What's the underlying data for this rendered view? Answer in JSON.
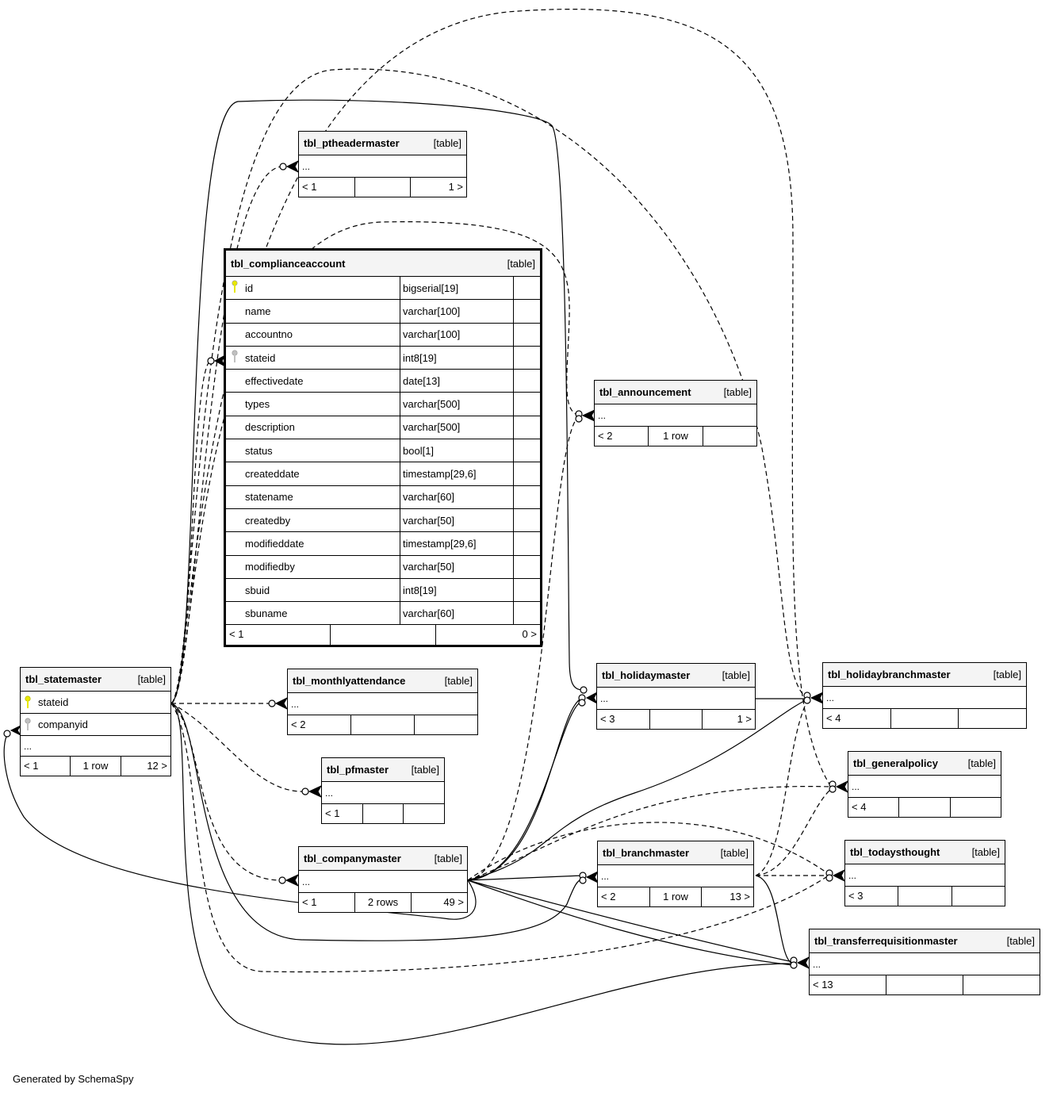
{
  "footer": "Generated by SchemaSpy",
  "colors": {
    "primary_key": "#e8e800",
    "foreign_key": "#c0c0c0",
    "header_bg": "#f4f4f4"
  },
  "tables": {
    "ptheadermaster": {
      "name": "tbl_ptheadermaster",
      "tag": "[table]",
      "ellipsis": "...",
      "parents": "< 1",
      "rows": "",
      "children": "1 >"
    },
    "complianceaccount": {
      "name": "tbl_complianceaccount",
      "tag": "[table]",
      "columns": [
        {
          "name": "id",
          "type": "bigserial[19]",
          "key": "primary"
        },
        {
          "name": "name",
          "type": "varchar[100]",
          "key": ""
        },
        {
          "name": "accountno",
          "type": "varchar[100]",
          "key": ""
        },
        {
          "name": "stateid",
          "type": "int8[19]",
          "key": "foreign"
        },
        {
          "name": "effectivedate",
          "type": "date[13]",
          "key": ""
        },
        {
          "name": "types",
          "type": "varchar[500]",
          "key": ""
        },
        {
          "name": "description",
          "type": "varchar[500]",
          "key": ""
        },
        {
          "name": "status",
          "type": "bool[1]",
          "key": ""
        },
        {
          "name": "createddate",
          "type": "timestamp[29,6]",
          "key": ""
        },
        {
          "name": "statename",
          "type": "varchar[60]",
          "key": ""
        },
        {
          "name": "createdby",
          "type": "varchar[50]",
          "key": ""
        },
        {
          "name": "modifieddate",
          "type": "timestamp[29,6]",
          "key": ""
        },
        {
          "name": "modifiedby",
          "type": "varchar[50]",
          "key": ""
        },
        {
          "name": "sbuid",
          "type": "int8[19]",
          "key": ""
        },
        {
          "name": "sbuname",
          "type": "varchar[60]",
          "key": ""
        }
      ],
      "parents": "< 1",
      "rows": "",
      "children": "0 >"
    },
    "announcement": {
      "name": "tbl_announcement",
      "tag": "[table]",
      "ellipsis": "...",
      "parents": "< 2",
      "rows": "1 row",
      "children": ""
    },
    "statemaster": {
      "name": "tbl_statemaster",
      "tag": "[table]",
      "pk": "stateid",
      "fk": "companyid",
      "ellipsis": "...",
      "parents": "< 1",
      "rows": "1 row",
      "children": "12 >"
    },
    "monthlyattendance": {
      "name": "tbl_monthlyattendance",
      "tag": "[table]",
      "ellipsis": "...",
      "parents": "< 2",
      "rows": "",
      "children": ""
    },
    "pfmaster": {
      "name": "tbl_pfmaster",
      "tag": "[table]",
      "ellipsis": "...",
      "parents": "< 1",
      "rows": "",
      "children": ""
    },
    "companymaster": {
      "name": "tbl_companymaster",
      "tag": "[table]",
      "ellipsis": "...",
      "parents": "< 1",
      "rows": "2 rows",
      "children": "49 >"
    },
    "holidaymaster": {
      "name": "tbl_holidaymaster",
      "tag": "[table]",
      "ellipsis": "...",
      "parents": "< 3",
      "rows": "",
      "children": "1 >"
    },
    "branchmaster": {
      "name": "tbl_branchmaster",
      "tag": "[table]",
      "ellipsis": "...",
      "parents": "< 2",
      "rows": "1 row",
      "children": "13 >"
    },
    "holidaybranchmaster": {
      "name": "tbl_holidaybranchmaster",
      "tag": "[table]",
      "ellipsis": "...",
      "parents": "< 4",
      "rows": "",
      "children": ""
    },
    "generalpolicy": {
      "name": "tbl_generalpolicy",
      "tag": "[table]",
      "ellipsis": "...",
      "parents": "< 4",
      "rows": "",
      "children": ""
    },
    "todaysthought": {
      "name": "tbl_todaysthought",
      "tag": "[table]",
      "ellipsis": "...",
      "parents": "< 3",
      "rows": "",
      "children": ""
    },
    "transferrequisitionmaster": {
      "name": "tbl_transferrequisitionmaster",
      "tag": "[table]",
      "ellipsis": "...",
      "parents": "< 13",
      "rows": "",
      "children": ""
    }
  },
  "relationships": [
    {
      "from": "tbl_statemaster",
      "to": "tbl_ptheadermaster",
      "style": "dashed"
    },
    {
      "from": "tbl_statemaster",
      "to": "tbl_complianceaccount",
      "style": "dashed"
    },
    {
      "from": "tbl_statemaster",
      "to": "tbl_announcement",
      "style": "dashed"
    },
    {
      "from": "tbl_statemaster",
      "to": "tbl_monthlyattendance",
      "style": "dashed"
    },
    {
      "from": "tbl_statemaster",
      "to": "tbl_pfmaster",
      "style": "dashed"
    },
    {
      "from": "tbl_statemaster",
      "to": "tbl_companymaster",
      "style": "dashed"
    },
    {
      "from": "tbl_statemaster",
      "to": "tbl_holidaymaster",
      "style": "solid"
    },
    {
      "from": "tbl_statemaster",
      "to": "tbl_branchmaster",
      "style": "solid"
    },
    {
      "from": "tbl_statemaster",
      "to": "tbl_holidaybranchmaster",
      "style": "dashed"
    },
    {
      "from": "tbl_statemaster",
      "to": "tbl_generalpolicy",
      "style": "dashed"
    },
    {
      "from": "tbl_statemaster",
      "to": "tbl_todaysthought",
      "style": "dashed"
    },
    {
      "from": "tbl_statemaster",
      "to": "tbl_transferrequisitionmaster",
      "style": "solid"
    },
    {
      "from": "tbl_companymaster",
      "to": "tbl_statemaster",
      "style": "solid"
    },
    {
      "from": "tbl_companymaster",
      "to": "tbl_holidaymaster",
      "style": "solid"
    },
    {
      "from": "tbl_companymaster",
      "to": "tbl_announcement",
      "style": "dashed"
    },
    {
      "from": "tbl_companymaster",
      "to": "tbl_branchmaster",
      "style": "solid"
    },
    {
      "from": "tbl_companymaster",
      "to": "tbl_holidaybranchmaster",
      "style": "solid"
    },
    {
      "from": "tbl_companymaster",
      "to": "tbl_generalpolicy",
      "style": "dashed"
    },
    {
      "from": "tbl_companymaster",
      "to": "tbl_todaysthought",
      "style": "dashed"
    },
    {
      "from": "tbl_companymaster",
      "to": "tbl_transferrequisitionmaster",
      "style": "solid"
    },
    {
      "from": "tbl_holidaymaster",
      "to": "tbl_holidaybranchmaster",
      "style": "solid"
    },
    {
      "from": "tbl_branchmaster",
      "to": "tbl_holidaybranchmaster",
      "style": "dashed"
    },
    {
      "from": "tbl_branchmaster",
      "to": "tbl_generalpolicy",
      "style": "dashed"
    },
    {
      "from": "tbl_branchmaster",
      "to": "tbl_todaysthought",
      "style": "dashed"
    },
    {
      "from": "tbl_branchmaster",
      "to": "tbl_transferrequisitionmaster",
      "style": "solid"
    }
  ]
}
